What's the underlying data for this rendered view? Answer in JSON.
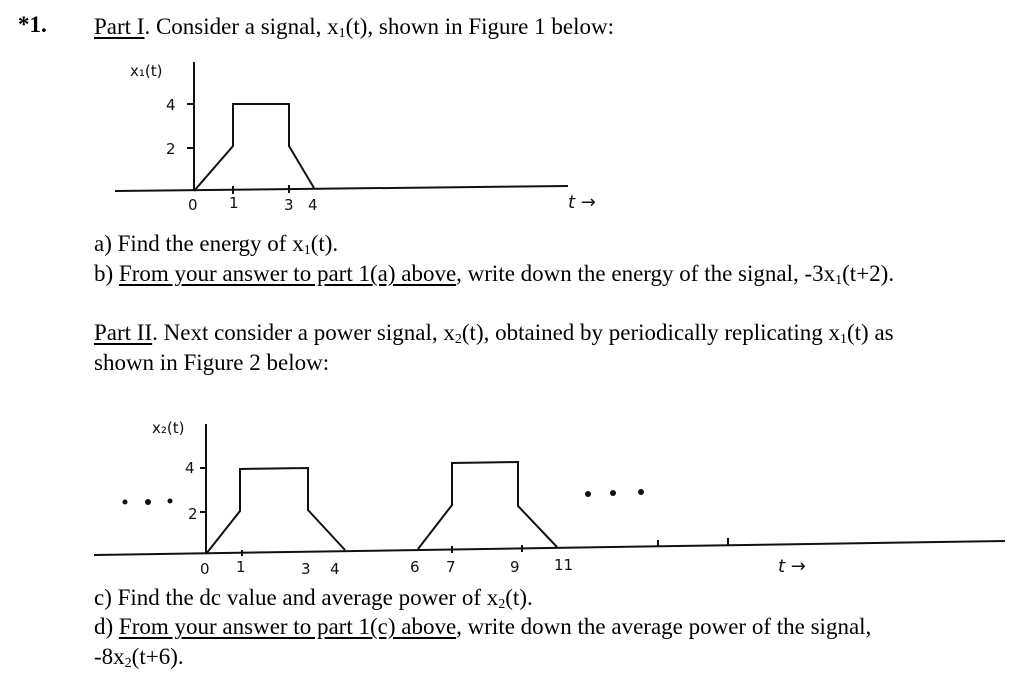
{
  "problem": {
    "number": "*1.",
    "part1": {
      "label": "Part I",
      "intro": ". Consider a signal, x",
      "intro_sub": "1",
      "intro_end": "(t), shown in Figure 1 below:",
      "figure": {
        "y_label": "x1(t)",
        "y_label_main": "x",
        "y_label_sub": "1",
        "y_label_end": "(t)",
        "y_ticks": [
          "4",
          "2"
        ],
        "x_ticks": [
          "0",
          "1",
          "3",
          "4"
        ],
        "x_axis_label": "t →"
      },
      "questions": {
        "a": {
          "prefix": "a) Find the energy of x",
          "sub": "1",
          "suffix": "(t)."
        },
        "b": {
          "prefix": "b) ",
          "underlined": "From your answer to part 1(a) above",
          "middle": ", write down the energy of the signal, -3x",
          "sub": "1",
          "suffix": "(t+2)."
        }
      }
    },
    "part2": {
      "label": "Part II",
      "intro_line1_a": ". Next consider a power signal, x",
      "intro_line1_sub1": "2",
      "intro_line1_b": "(t), obtained by periodically replicating x",
      "intro_line1_sub2": "1",
      "intro_line1_c": "(t) as",
      "intro_line2": "shown in Figure 2 below:",
      "figure": {
        "y_label_main": "x",
        "y_label_sub": "2",
        "y_label_end": "(t)",
        "y_ticks": [
          "4",
          "2"
        ],
        "x_ticks": [
          "0",
          "1",
          "3",
          "4",
          "6",
          "7",
          "9",
          "11"
        ],
        "x_axis_label": "t →",
        "ellipsis_left": "• • •",
        "ellipsis_right": "• • •"
      },
      "questions": {
        "c": {
          "prefix": "c) Find the dc value and average power of x",
          "sub": "2",
          "suffix": "(t)."
        },
        "d": {
          "prefix": "d) ",
          "underlined": "From your answer to part 1(c) above",
          "middle": ", write down the average power of the signal,",
          "line2_prefix": "-8x",
          "sub": "2",
          "suffix": "(t+6)."
        }
      }
    }
  },
  "chart_data": [
    {
      "type": "line",
      "title": "Figure 1: x1(t)",
      "xlabel": "t",
      "ylabel": "x1(t)",
      "x": [
        0,
        1,
        1,
        3,
        3,
        4
      ],
      "y": [
        0,
        2,
        4,
        4,
        2,
        0
      ],
      "x_ticks": [
        0,
        1,
        3,
        4
      ],
      "y_ticks": [
        2,
        4
      ],
      "grid": false
    },
    {
      "type": "line",
      "title": "Figure 2: x2(t) (periodic, period 6)",
      "xlabel": "t",
      "ylabel": "x2(t)",
      "x": [
        0,
        1,
        1,
        3,
        3,
        4,
        6,
        7,
        7,
        9,
        9,
        11
      ],
      "y": [
        0,
        2,
        4,
        4,
        2,
        0,
        0,
        2,
        4,
        4,
        2,
        0
      ],
      "x_ticks": [
        0,
        1,
        3,
        4,
        6,
        7,
        9,
        11
      ],
      "y_ticks": [
        2,
        4
      ],
      "annotations": [
        "... (continues left)",
        "... (continues right)"
      ],
      "grid": false
    }
  ]
}
